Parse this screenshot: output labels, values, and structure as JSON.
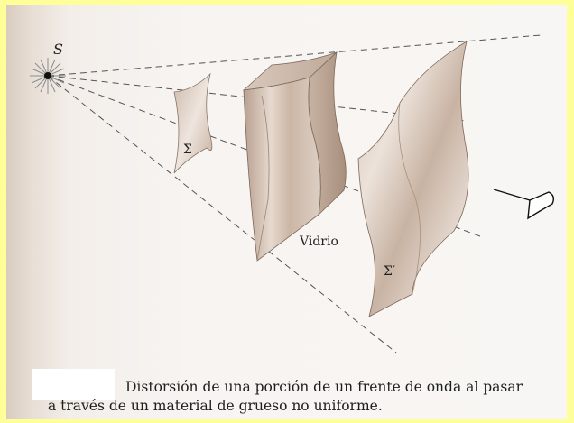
{
  "figure": {
    "source_label": "S",
    "wavefront_in_label": "Σ",
    "glass_label": "Vidrio",
    "wavefront_out_label": "Σ′",
    "caption_line1": "Distorsión de una porción de un frente de onda al pasar",
    "caption_line2": "a través de un material de grueso no uniforme."
  },
  "colors": {
    "page_background": "#ffff99",
    "mask": "#ffffff"
  }
}
